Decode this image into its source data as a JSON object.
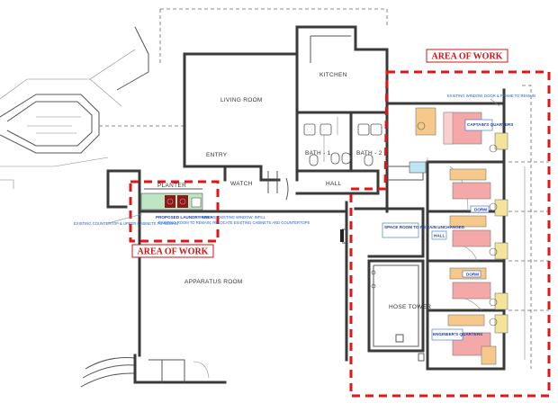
{
  "rooms": {
    "kitchen": "KITCHEN",
    "living_room": "LIVING ROOM",
    "entry": "ENTRY",
    "watch": "WATCH",
    "hall": "HALL",
    "bath_1": "BATH - 1",
    "bath_2": "BATH - 2",
    "apparatus_room": "APPARATUS ROOM",
    "hose_tower": "HOSE TOWER",
    "dorm_1": "DORM",
    "dorm_2": "DORM",
    "hall_small": "HALL",
    "planter": "PLANTER"
  },
  "work_areas": {
    "label_right": "AREA OF WORK",
    "label_left": "AREA OF WORK"
  },
  "callouts": {
    "captains_quarters": "CAPTAIN'S QUARTERS",
    "engineers_quarters": "ENGINEER'S QUARTERS",
    "space_room": "SPACE ROOM TO REMAIN UNCHANGED",
    "laundry_area": "PROPOSED LAUNDRY AREA",
    "laundry_note": "EXISTING ROOM TO REMAIN; RELOCATE EXISTING CABINETS AND COUNTERTOPS",
    "remove_note": "REMOVE EXISTING WINDOW; INFILL",
    "left_note": "EXISTING COUNTERTOP & UPPER CABINETS TO REMAIN",
    "right_top_note": "EXISTING WINDOW, DOOR & FRAME TO REMAIN"
  },
  "colors": {
    "work_area": "#e01515",
    "bed": "#f4a8a8",
    "dresser": "#f6c98a",
    "desk": "#f4e49a",
    "appliance_dark": "#8b1a1a",
    "counter": "#bfe6c4",
    "tile": "#bfe4f2",
    "callout_text": "#1a5fd0"
  }
}
